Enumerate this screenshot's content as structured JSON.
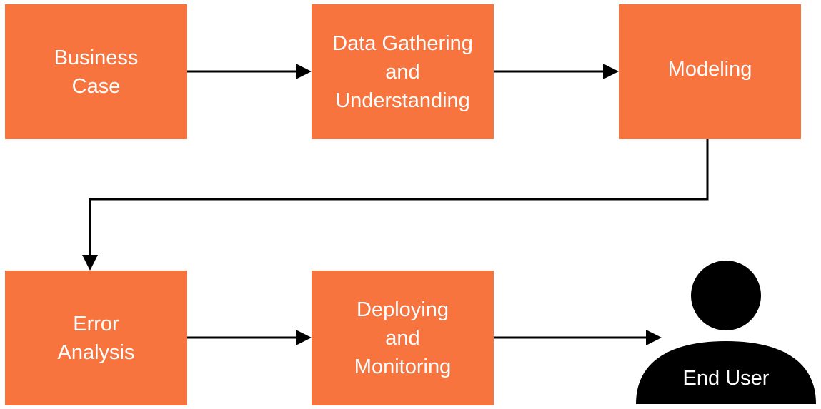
{
  "diagram": {
    "steps": [
      {
        "label": "Business Case"
      },
      {
        "label": "Data Gathering and Understanding"
      },
      {
        "label": "Modeling"
      },
      {
        "label": "Error Analysis"
      },
      {
        "label": "Deploying and Monitoring"
      }
    ],
    "end_user": {
      "label": "End User",
      "icon": "person-icon"
    },
    "colors": {
      "box_fill": "#f7743f",
      "box_text": "#ffffff",
      "arrow": "#000000",
      "person": "#000000"
    }
  }
}
